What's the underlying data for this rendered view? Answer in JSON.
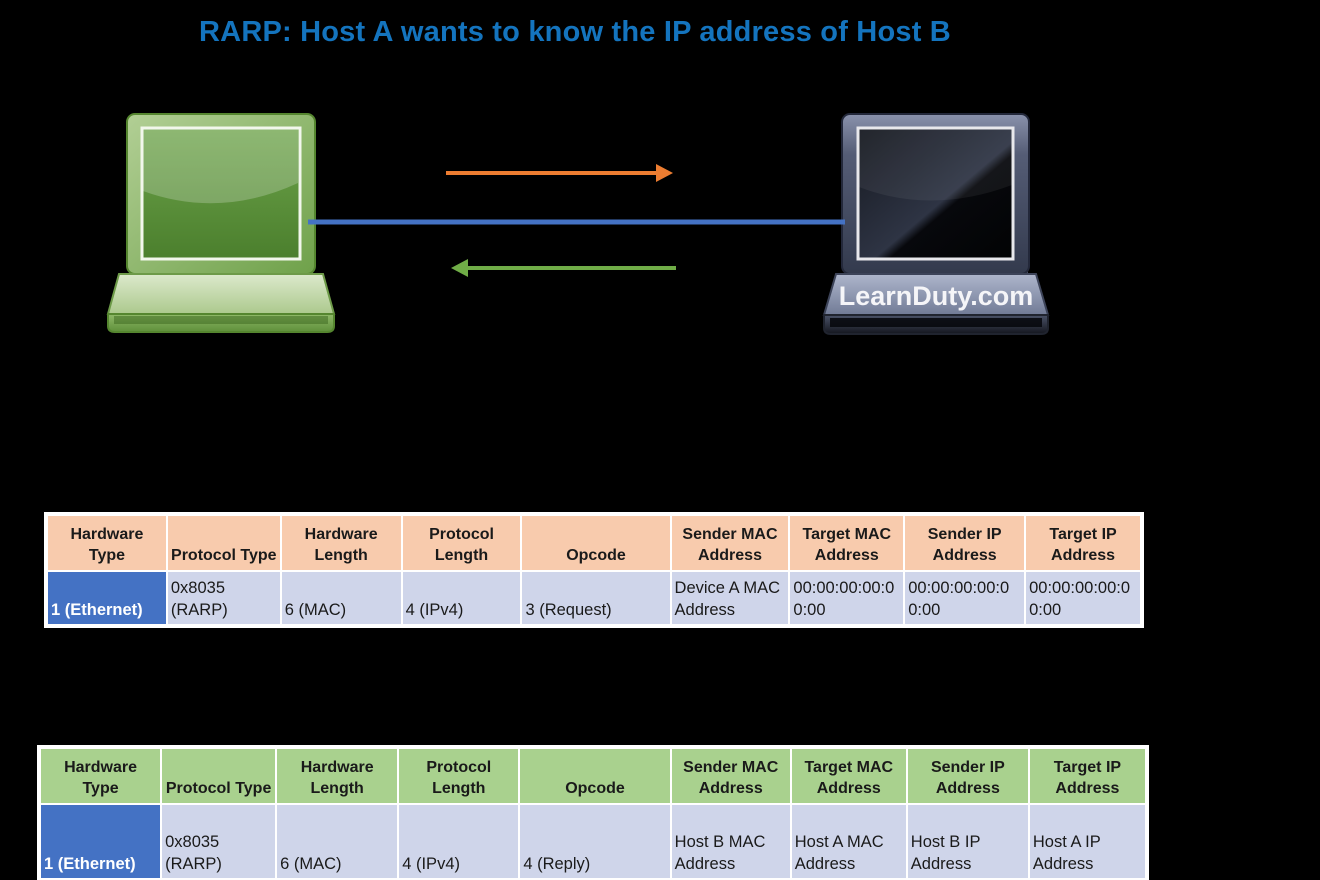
{
  "title": "RARP: Host A wants to know the IP address of Host B",
  "hosts": {
    "host_b_brand": "LearnDuty.com"
  },
  "colors": {
    "title_text": "#1474BE",
    "request_arrow": "#ED7D31",
    "reply_arrow": "#70AD47",
    "network_link": "#4472C4",
    "request_header_bg": "#F8CBAD",
    "reply_header_bg": "#A9D18E",
    "row_bg": "#CFD5EA",
    "highlight_cell_bg": "#4472C4",
    "host_a_laptop": "#6FA14A",
    "host_b_laptop": "#3A415C"
  },
  "request_table": {
    "columns": [
      "Hardware Type",
      "Protocol Type",
      "Hardware Length",
      "Protocol Length",
      "Opcode",
      "Sender MAC Address",
      "Target MAC Address",
      "Sender IP Address",
      "Target IP Address"
    ],
    "row": [
      "1 (Ethernet)",
      "0x8035 (RARP)",
      "6 (MAC)",
      "4 (IPv4)",
      "3 (Request)",
      "Device A MAC Address",
      "00:00:00:00:00:00",
      "00:00:00:00:00:00",
      "00:00:00:00:00:00"
    ]
  },
  "reply_table": {
    "columns": [
      "Hardware Type",
      "Protocol Type",
      "Hardware Length",
      "Protocol Length",
      "Opcode",
      "Sender MAC Address",
      "Target MAC Address",
      "Sender IP Address",
      "Target IP Address"
    ],
    "row": [
      "1 (Ethernet)",
      "0x8035 (RARP)",
      "6 (MAC)",
      "4 (IPv4)",
      "4 (Reply)",
      "Host B MAC Address",
      "Host A MAC Address",
      "Host B IP Address",
      "Host A IP Address"
    ]
  }
}
